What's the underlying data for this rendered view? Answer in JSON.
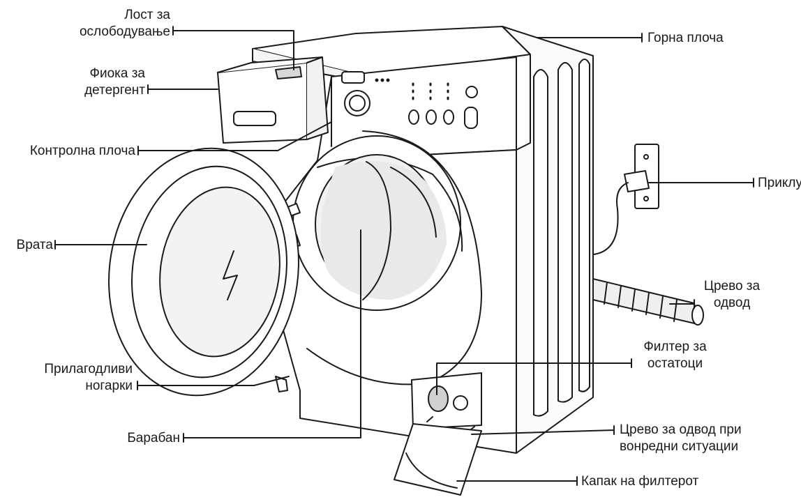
{
  "labels": {
    "release_lever": [
      "Лост за",
      "ослободување"
    ],
    "detergent_drawer": [
      "Фиока за",
      "детергент"
    ],
    "control_panel": [
      "Контролна плоча"
    ],
    "door": [
      "Врата"
    ],
    "adjustable_feet": [
      "Прилагодливи",
      "ногарки"
    ],
    "drum": [
      "Барабан"
    ],
    "top_panel": [
      "Горна плоча"
    ],
    "plug": [
      "Приклучок"
    ],
    "drain_hose": [
      "Црево за",
      "одвод"
    ],
    "debris_filter": [
      "Филтер за",
      "остатоци"
    ],
    "emergency_drain_tube": [
      "Црево за одвод при",
      "вонредни ситуации"
    ],
    "filter_cover": [
      "Капак на филтерот"
    ]
  },
  "colors": {
    "line": "#1a1a1a",
    "body": "#ffffff",
    "shade": "#e9e9e9"
  }
}
